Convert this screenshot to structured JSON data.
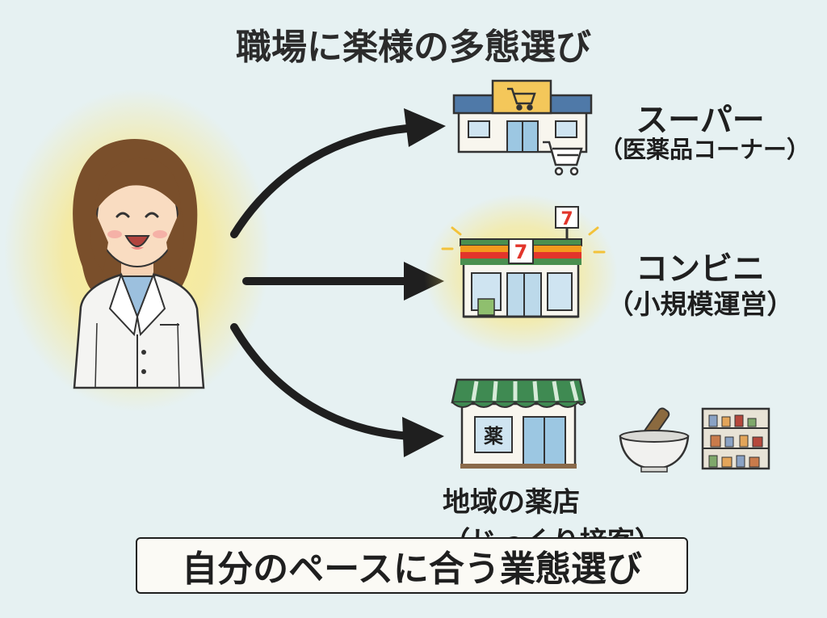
{
  "title": "職場に楽様の多態選び",
  "options": [
    {
      "name": "スーパー",
      "detail": "（医薬品コーナー）",
      "sign_icon": "shopping-cart-icon"
    },
    {
      "name": "コンビニ",
      "detail": "（小規模運営）",
      "sign_text": "7"
    },
    {
      "name": "地域の薬店",
      "detail": "（じっくり接客）",
      "sign_text": "薬"
    }
  ],
  "conclusion": "自分のペースに合う業態選び",
  "colors": {
    "background": "#e6f1f2",
    "arrow": "#1f1f1f",
    "glow": "#ffe466",
    "awning_green": "#3f8a52",
    "seven_red": "#e2352b",
    "seven_orange": "#f39a1e"
  }
}
